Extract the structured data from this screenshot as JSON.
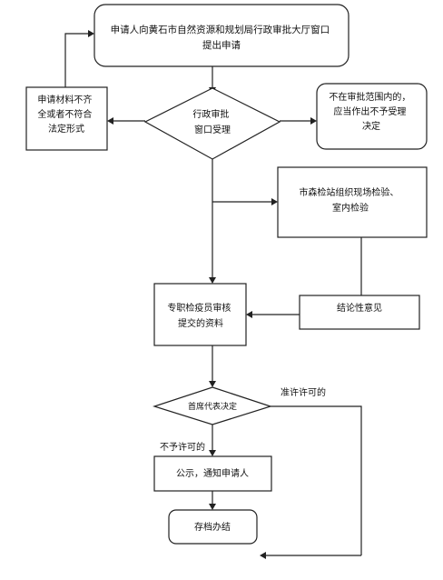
{
  "nodes": {
    "application": {
      "lines": [
        "申请人向黄石市自然资源和规划局行政审批大厅窗口",
        "提出申请"
      ],
      "shape": "rounded-rect"
    },
    "acceptance": {
      "lines": [
        "行政审批",
        "窗口受理"
      ],
      "shape": "diamond"
    },
    "incomplete_materials": {
      "lines": [
        "申请材料不齐",
        "全或者不符合",
        "法定形式"
      ],
      "shape": "rect"
    },
    "out_of_scope": {
      "lines": [
        "不在审批范围内的，",
        "应当作出不予受理",
        "决定"
      ],
      "shape": "rounded-rect"
    },
    "inspection": {
      "lines": [
        "市森检站组织现场检验、",
        "室内检验"
      ],
      "shape": "rect"
    },
    "review": {
      "lines": [
        "专职检疫员审核",
        "提交的资料"
      ],
      "shape": "rect"
    },
    "conclusion": {
      "lines": [
        "结论性意见"
      ],
      "shape": "rect"
    },
    "decision": {
      "lines": [
        "首席代表决定"
      ],
      "shape": "diamond"
    },
    "notice": {
      "lines": [
        "公示，通知申请人"
      ],
      "shape": "rect"
    },
    "archive": {
      "lines": [
        "存档办结"
      ],
      "shape": "rounded-rect"
    }
  },
  "edge_labels": {
    "permit": "准许许可的",
    "not_permit": "不予许可的"
  },
  "colors": {
    "stroke": "#222222",
    "fill": "#ffffff",
    "text": "#111111"
  }
}
